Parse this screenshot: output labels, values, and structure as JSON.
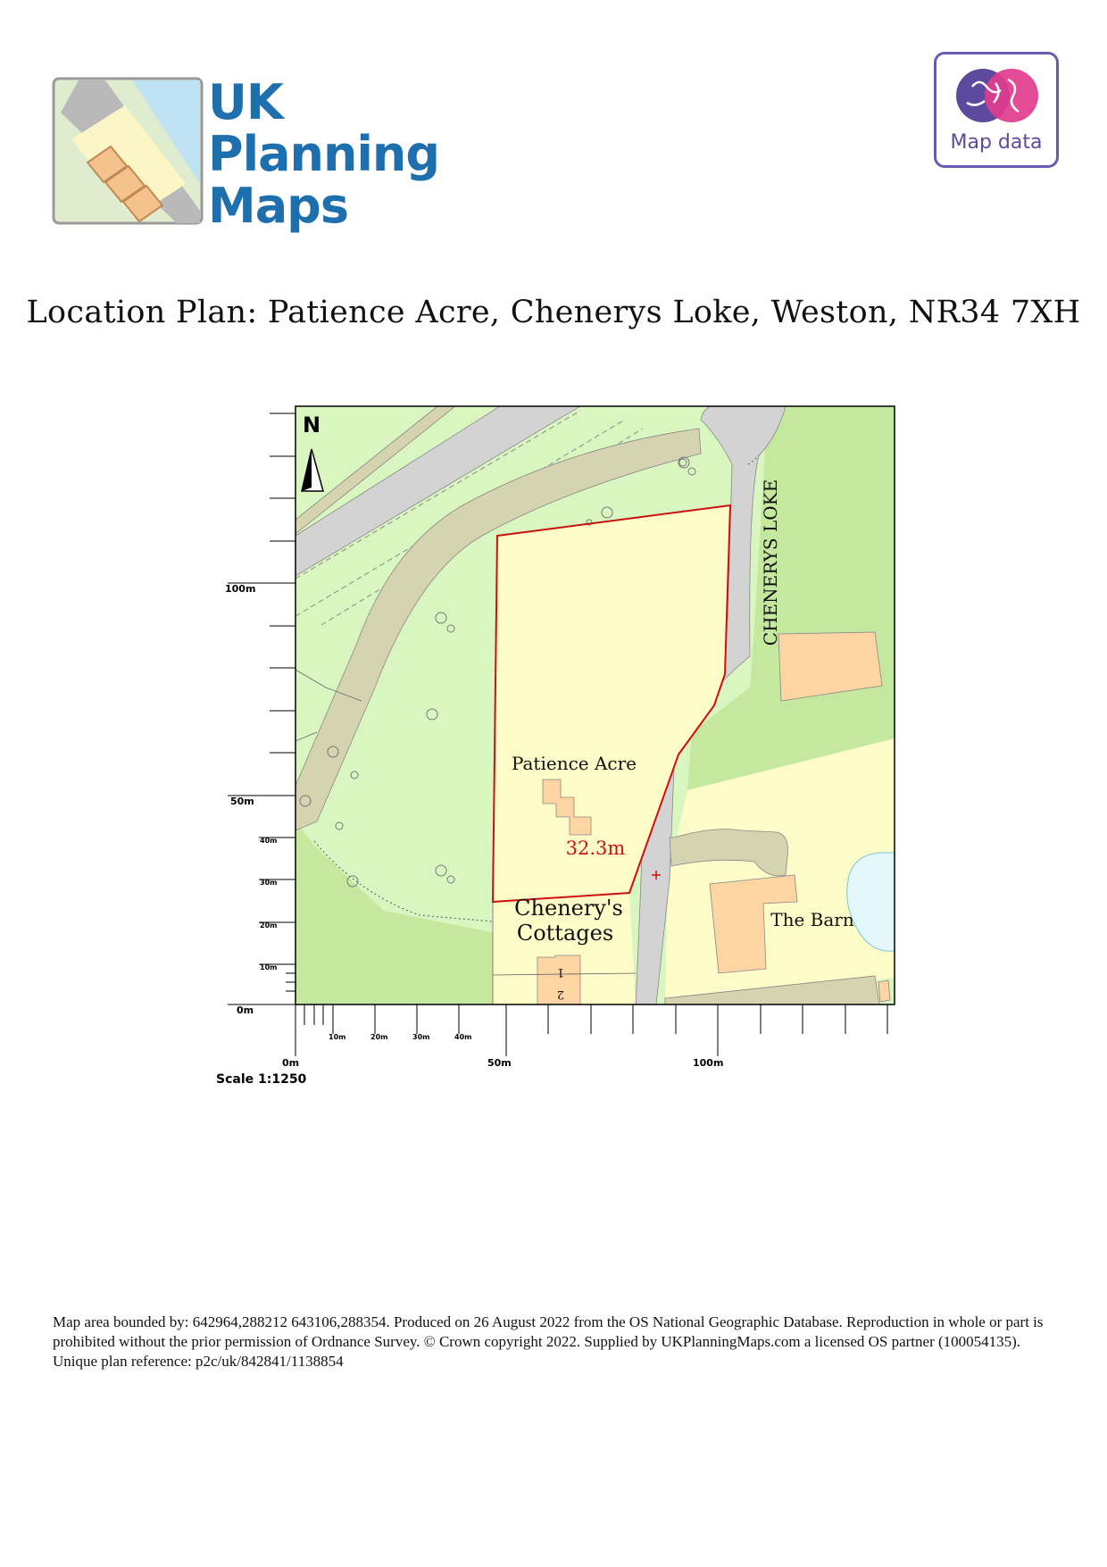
{
  "brand": {
    "logo_lines": [
      "UK",
      "Planning",
      "Maps"
    ],
    "os_badge_label": "Map data"
  },
  "title": "Location Plan: Patience Acre, Chenerys Loke, Weston, NR34 7XH",
  "map": {
    "north_label": "N",
    "labels": {
      "site": "Patience Acre",
      "measurement": "32.3m",
      "road": "CHENERYS LOKE",
      "cottages_line1": "Chenery's",
      "cottages_line2": "Cottages",
      "barn": "The Barn",
      "house_number_1": "1",
      "house_number_2": "2"
    },
    "left_scale_labels": [
      "100m",
      "50m",
      "40m",
      "30m",
      "20m",
      "10m",
      "0m"
    ],
    "bottom_scale_labels": [
      "10m",
      "20m",
      "30m",
      "40m",
      "0m",
      "50m",
      "100m"
    ],
    "scale_text": "Scale 1:1250"
  },
  "footer": "Map area bounded by: 642964,288212 643106,288354. Produced on 26 August 2022 from the OS National Geographic Database. Reproduction in whole or part is prohibited without the prior permission of Ordnance Survey. © Crown copyright 2022. Supplied by UKPlanningMaps.com a licensed OS partner (100054135). Unique plan reference: p2c/uk/842841/1138854",
  "colors": {
    "brand_blue": "#1d6fae",
    "os_purple": "#5d4a9e",
    "boundary_red": "#cc1111",
    "site_yellow": "#fdfcc8",
    "grass_light": "#d9f5c0",
    "grass_dark": "#c3e89e",
    "road_grey": "#d3d3d3",
    "track_tan": "#d6d3b0",
    "building_orange": "#fcd5a3",
    "water_blue": "#e4f7fb"
  }
}
